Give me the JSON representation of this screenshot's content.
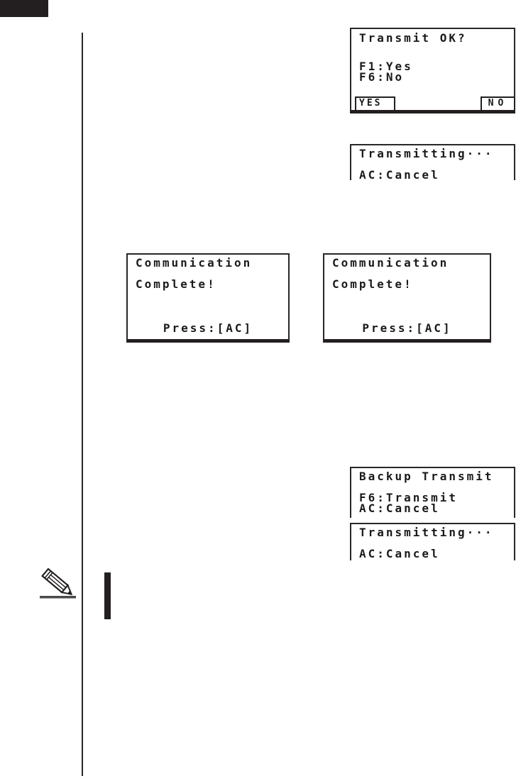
{
  "colors": {
    "ink": "#231f20",
    "pencil_line_gray": "#4a4a4a"
  },
  "icons": {
    "note": "pencil-icon"
  },
  "screens": {
    "transmit_ok": {
      "lines": [
        "Transmit OK?",
        "",
        "F1:Yes",
        "F6:No"
      ],
      "softkey_yes": "YES",
      "softkey_no": "NO"
    },
    "transmitting": {
      "lines": [
        "Transmitting···",
        "",
        "AC:Cancel"
      ]
    },
    "communication_complete": {
      "lines": [
        "Communication",
        "",
        "Complete!"
      ],
      "footer": "Press:[AC]"
    },
    "backup_transmit": {
      "lines": [
        "Backup Transmit",
        "",
        "F6:Transmit",
        "AC:Cancel"
      ]
    }
  }
}
